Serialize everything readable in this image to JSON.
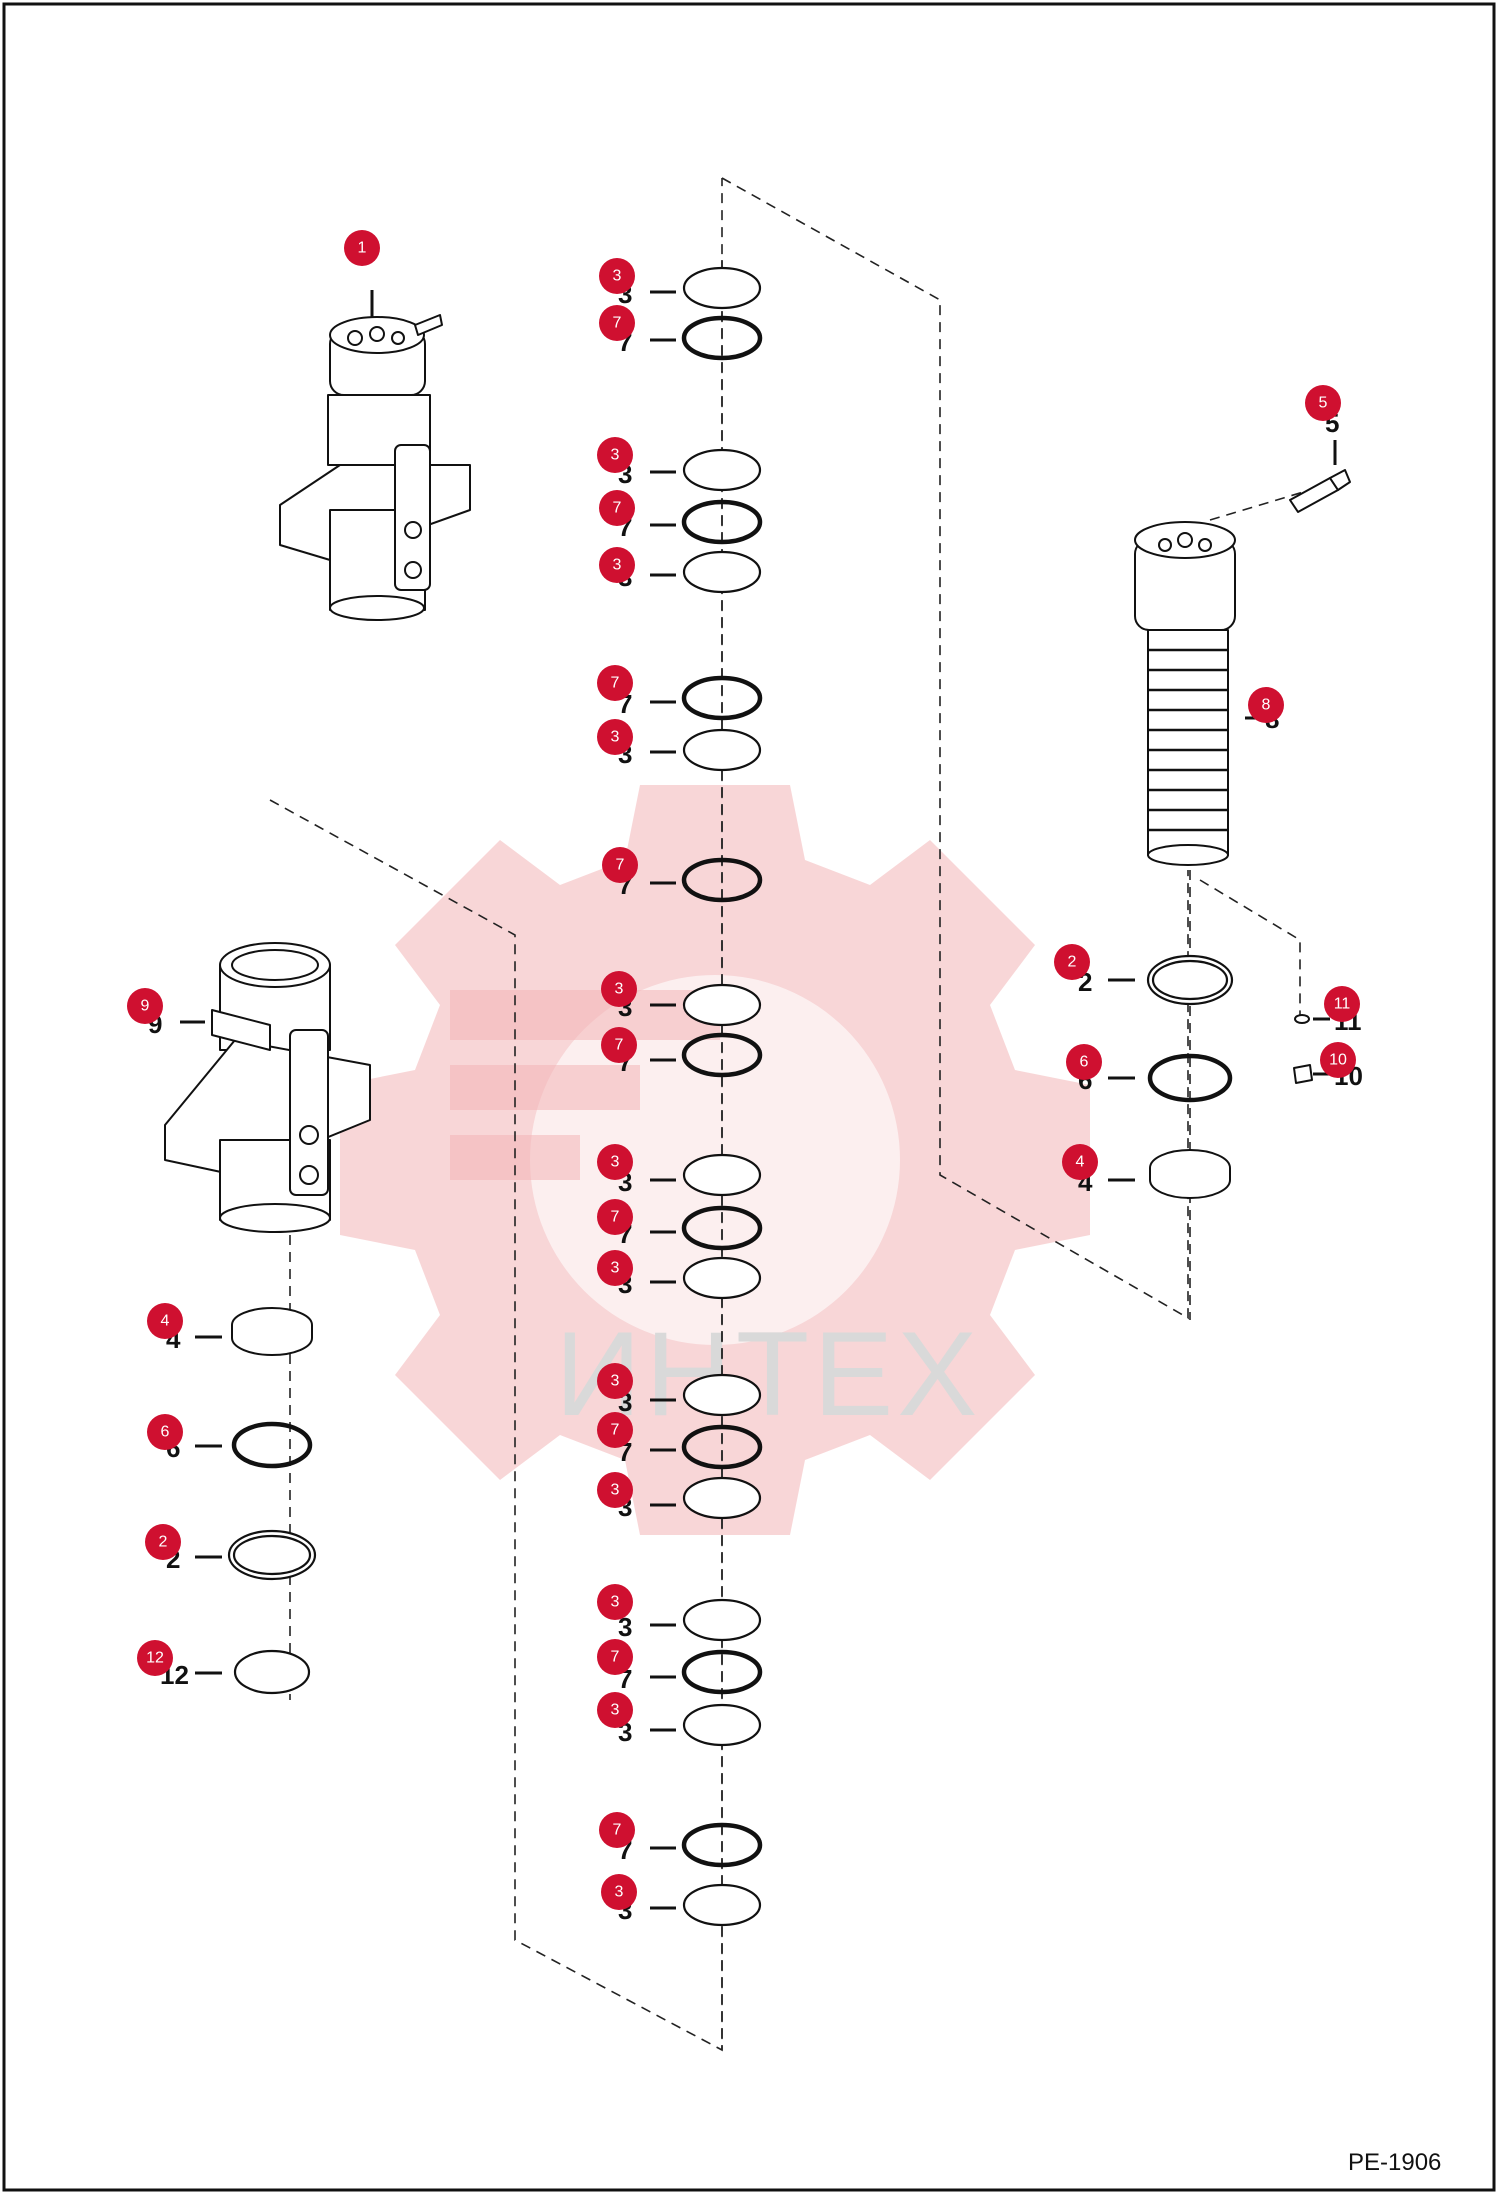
{
  "drawing_id": "PE-1906",
  "watermark": "ИНТЕХ",
  "callouts": [
    {
      "ref": "1",
      "label": "1"
    },
    {
      "ref": "5",
      "label": "5"
    },
    {
      "ref": "8",
      "label": "8"
    },
    {
      "ref": "9",
      "label": "9"
    },
    {
      "ref": "2",
      "label": "2"
    },
    {
      "ref": "6",
      "label": "6"
    },
    {
      "ref": "4",
      "label": "4"
    },
    {
      "ref": "11",
      "label": "11"
    },
    {
      "ref": "10",
      "label": "10"
    },
    {
      "ref": "3",
      "label": "3"
    },
    {
      "ref": "7",
      "label": "7"
    },
    {
      "ref": "12",
      "label": "12"
    }
  ],
  "part_numbers": [
    "1",
    "2",
    "3",
    "4",
    "5",
    "6",
    "7",
    "8",
    "9",
    "10",
    "11",
    "12"
  ],
  "colors": {
    "callout": "#cf1030",
    "watermark": "#f3b4b6",
    "line": "#111111"
  }
}
